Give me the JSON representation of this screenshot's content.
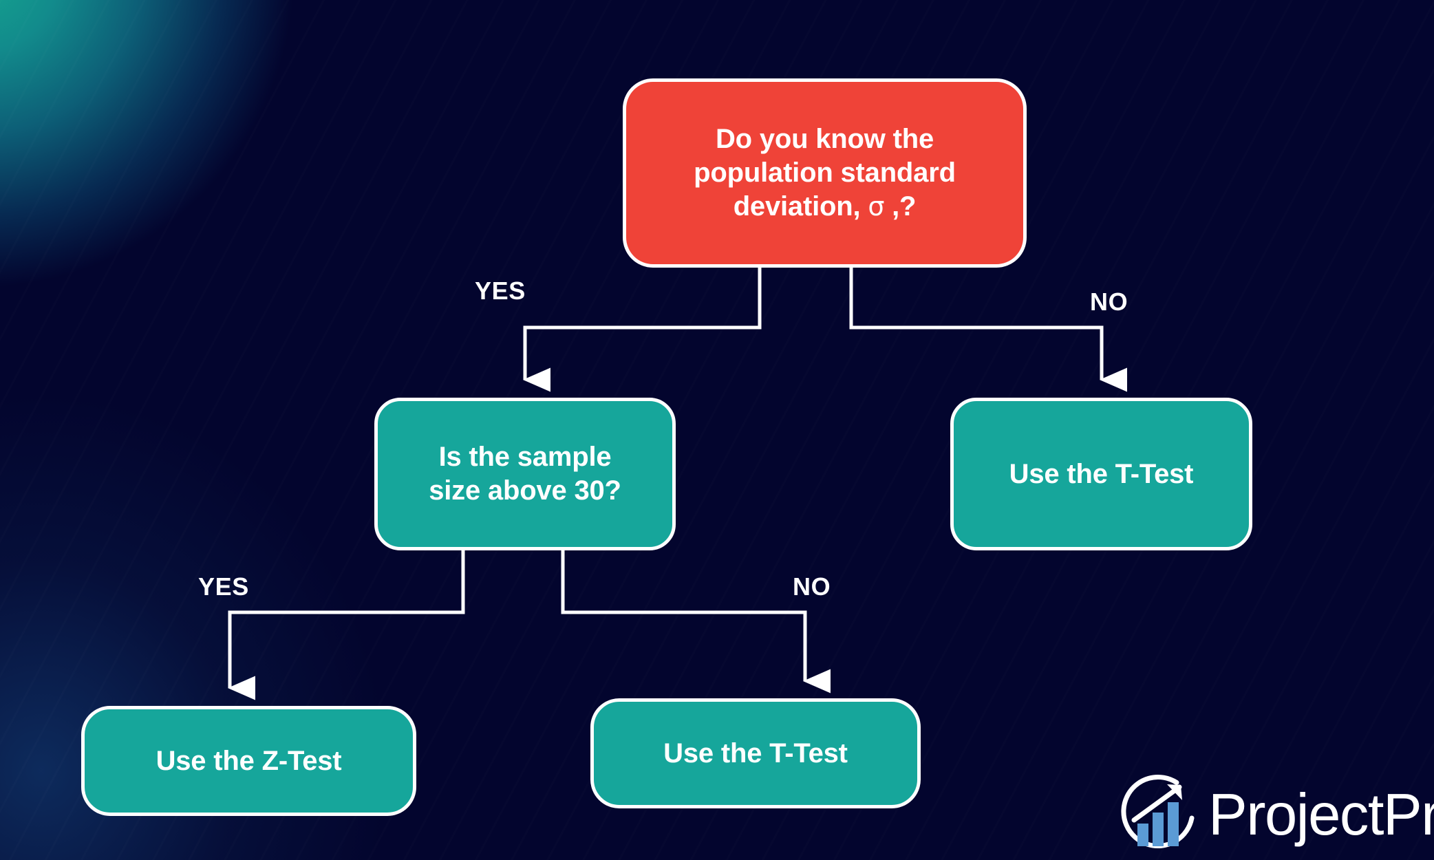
{
  "theme": {
    "background_dark": "#03052e",
    "background_teal_accent": "#15a58f",
    "node_red": "#ef4338",
    "node_teal": "#16a69b",
    "node_border": "#ffffff",
    "connector": "#ffffff",
    "logo_bar_blue": "#5b9bd5"
  },
  "diagram": {
    "nodes": {
      "root": {
        "text_line1": "Do you know the",
        "text_line2": "population standard",
        "text_line3_pre": "deviation,",
        "text_line3_symbol": "σ",
        "text_line3_post": ",?",
        "full_text": "Do you know the population standard deviation, σ ,?",
        "color": "#ef4338"
      },
      "sample_size": {
        "text_line1": "Is the sample",
        "text_line2": "size above 30?",
        "full_text": "Is the sample size above 30?",
        "color": "#16a69b"
      },
      "ttest_right": {
        "full_text": "Use the T-Test",
        "color": "#16a69b"
      },
      "ztest": {
        "full_text": "Use the Z-Test",
        "color": "#16a69b"
      },
      "ttest_bottom": {
        "full_text": "Use the T-Test",
        "color": "#16a69b"
      }
    },
    "edge_labels": {
      "root_yes": "YES",
      "root_no": "NO",
      "sample_yes": "YES",
      "sample_no": "NO"
    }
  },
  "branding": {
    "wordmark": "ProjectPro",
    "logo_icon": "circular-bar-chart-growth-arrow-icon"
  }
}
